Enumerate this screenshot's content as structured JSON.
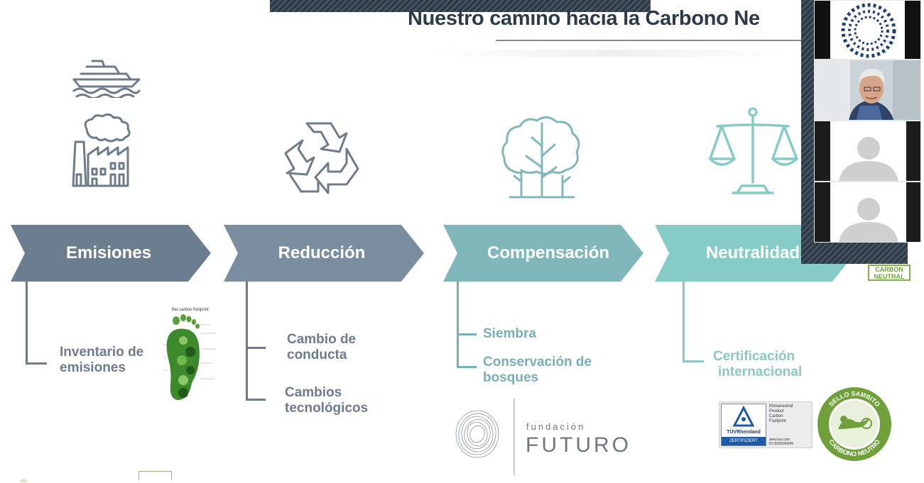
{
  "slide": {
    "title": "Nuestro camino hacia la Carbono Ne",
    "stages": [
      {
        "label": "Emisiones",
        "color": "#6b7d8f",
        "items": [
          "Inventario de emisiones"
        ]
      },
      {
        "label": "Reducción",
        "color": "#7b8e9f",
        "items": [
          "Cambio de conducta",
          "Cambios tecnológicos"
        ]
      },
      {
        "label": "Compensación",
        "color": "#7fb7bb",
        "items": [
          "Siembra",
          "Conservación de bosques"
        ]
      },
      {
        "label": "Neutralidad",
        "color": "#86cbc5",
        "items": [
          "Certificación internacional"
        ]
      }
    ],
    "emisiones_item": [
      "Inventario de",
      "emisiones"
    ],
    "reduccion_item1": [
      "Cambio de",
      "conducta"
    ],
    "reduccion_item2": [
      "Cambios",
      "tecnológicos"
    ],
    "compensacion_item1": "Siembra",
    "compensacion_item2": [
      "Conservación de",
      "bosques"
    ],
    "neutralidad_item": [
      "Certificación",
      "internacional"
    ],
    "footprint_title": "the carbon footprint",
    "fundacion": {
      "small": "fundación",
      "big": "FUTURO"
    },
    "tuv": {
      "brand": "TÜVRheinland",
      "cert": "ZERTIFIZIERT",
      "text": [
        "Klimaneutral",
        "Product",
        "Carbon",
        "Footprint"
      ],
      "url": [
        "www.tuv.com",
        "ID 0000040949"
      ]
    },
    "sello": {
      "top": "SELLO SAMBITO",
      "bottom": "CARBONO NEUTRO"
    },
    "carbon_neutral_badge": [
      "CARBON",
      "NEUTRAL"
    ],
    "colors": {
      "title": "#2d3b49",
      "gray_blue": "#6b7d8f",
      "teal": "#7fb7bb",
      "item_gray": "#6e7c8a",
      "item_teal": "#7aaeb6",
      "item_teal2": "#8cc7c2"
    }
  },
  "video_panel": {
    "participants": [
      {
        "type": "logo",
        "icon": "circular-logo-icon"
      },
      {
        "type": "camera",
        "icon": "person-video"
      },
      {
        "type": "avatar",
        "icon": "person-placeholder-icon"
      },
      {
        "type": "avatar",
        "icon": "person-placeholder-icon"
      }
    ]
  }
}
